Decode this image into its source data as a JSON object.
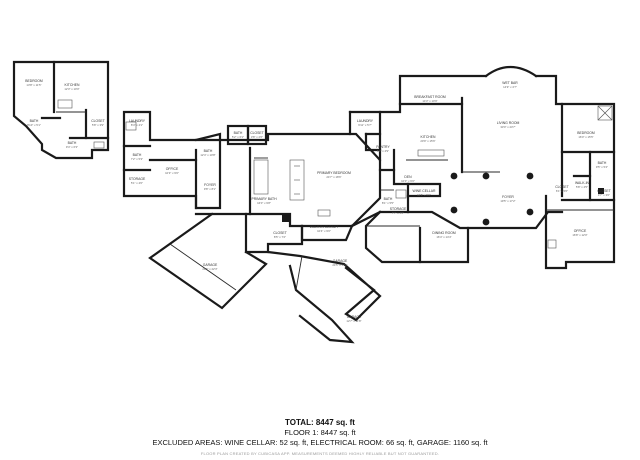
{
  "plan": {
    "rooms": [
      {
        "name": "BEDROOM",
        "dims": "13'8\" x 11'5\""
      },
      {
        "name": "BATH",
        "dims": "8'10\" x 5'1\""
      },
      {
        "name": "KITCHEN",
        "dims": "12'3\" x 10'0\""
      },
      {
        "name": "CLOSET",
        "dims": "5'8\" x 3'9\""
      },
      {
        "name": "BATH",
        "dims": "9'4\" x 6'3\""
      },
      {
        "name": "LAUNDRY",
        "dims": "8'4\" x 4'1\""
      },
      {
        "name": "BATH",
        "dims": "7'2\" x 5'3\""
      },
      {
        "name": "OFFICE",
        "dims": "10'3\" x 9'6\""
      },
      {
        "name": "STORAGE",
        "dims": "5'1\" x 4'0\""
      },
      {
        "name": "FOYER",
        "dims": "9'8\" x 8'1\""
      },
      {
        "name": "BATH",
        "dims": "5'2\" x 6'1\""
      },
      {
        "name": "CLOSET",
        "dims": "3'8\" x 2'6\""
      },
      {
        "name": "PRIMARY BEDROOM",
        "dims": "24'7\" x 18'6\""
      },
      {
        "name": "BATH",
        "dims": "12'4\" x 10'8\""
      },
      {
        "name": "PRIMARY BATH",
        "dims": "16'0\" x 9'8\""
      },
      {
        "name": "CLOSET",
        "dims": "8'5\" x 7'2\""
      },
      {
        "name": "WALK-IN CLOSET",
        "dims": "10'4\" x 9'0\""
      },
      {
        "name": "LAUNDRY",
        "dims": "6'11\" x 5'7\""
      },
      {
        "name": "PANTRY",
        "dims": "6'2\" x 4'9\""
      },
      {
        "name": "BREAKFAST ROOM",
        "dims": "14'3\" x 10'9\""
      },
      {
        "name": "WET BAR",
        "dims": "14'9\" x 4'7\""
      },
      {
        "name": "KITCHEN",
        "dims": "20'9\" x 15'6\""
      },
      {
        "name": "LIVING ROOM",
        "dims": "33'0\" x 23'7\""
      },
      {
        "name": "DEN",
        "dims": "10'0\" x 6'0\""
      },
      {
        "name": "WINE CELLAR",
        "dims": "10'5\" x 5'0\""
      },
      {
        "name": "BATH",
        "dims": "8'1\" x 5'5\""
      },
      {
        "name": "STORAGE",
        "dims": "7'7\" x 4'6\""
      },
      {
        "name": "DINING ROOM",
        "dims": "16'4\" x 14'4\""
      },
      {
        "name": "FOYER",
        "dims": "19'5\" x 17'2\""
      },
      {
        "name": "BEDROOM",
        "dims": "16'0\" x 15'5\""
      },
      {
        "name": "BATH",
        "dims": "9'5\" x 5'4\""
      },
      {
        "name": "CLOSET",
        "dims": "6'1\" x 5'6\""
      },
      {
        "name": "WALK-IN",
        "dims": "5'8\" x 4'5\""
      },
      {
        "name": "CLOSET",
        "dims": "4'7\" x 3'0\""
      },
      {
        "name": "OFFICE",
        "dims": "16'8\" x 12'0\""
      },
      {
        "name": "GARAGE",
        "dims": "29'5\" x 22'3\""
      },
      {
        "name": "GARAGE",
        "dims": "24'5\" x 17'4\""
      },
      {
        "name": "GARAGE",
        "dims": "12'7\" x 11'8\""
      }
    ]
  },
  "summary": {
    "total_label": "TOTAL: 8447 sq. ft",
    "floor_label": "FLOOR 1: 8447 sq. ft",
    "excluded_label": "EXCLUDED AREAS: WINE CELLAR: 52 sq. ft, ELECTRICAL ROOM: 66 sq. ft, GARAGE: 1160 sq. ft",
    "disclaimer": "FLOOR PLAN CREATED BY CUBICASA APP. MEASUREMENTS DEEMED HIGHLY RELIABLE BUT NOT GUARANTEED."
  }
}
